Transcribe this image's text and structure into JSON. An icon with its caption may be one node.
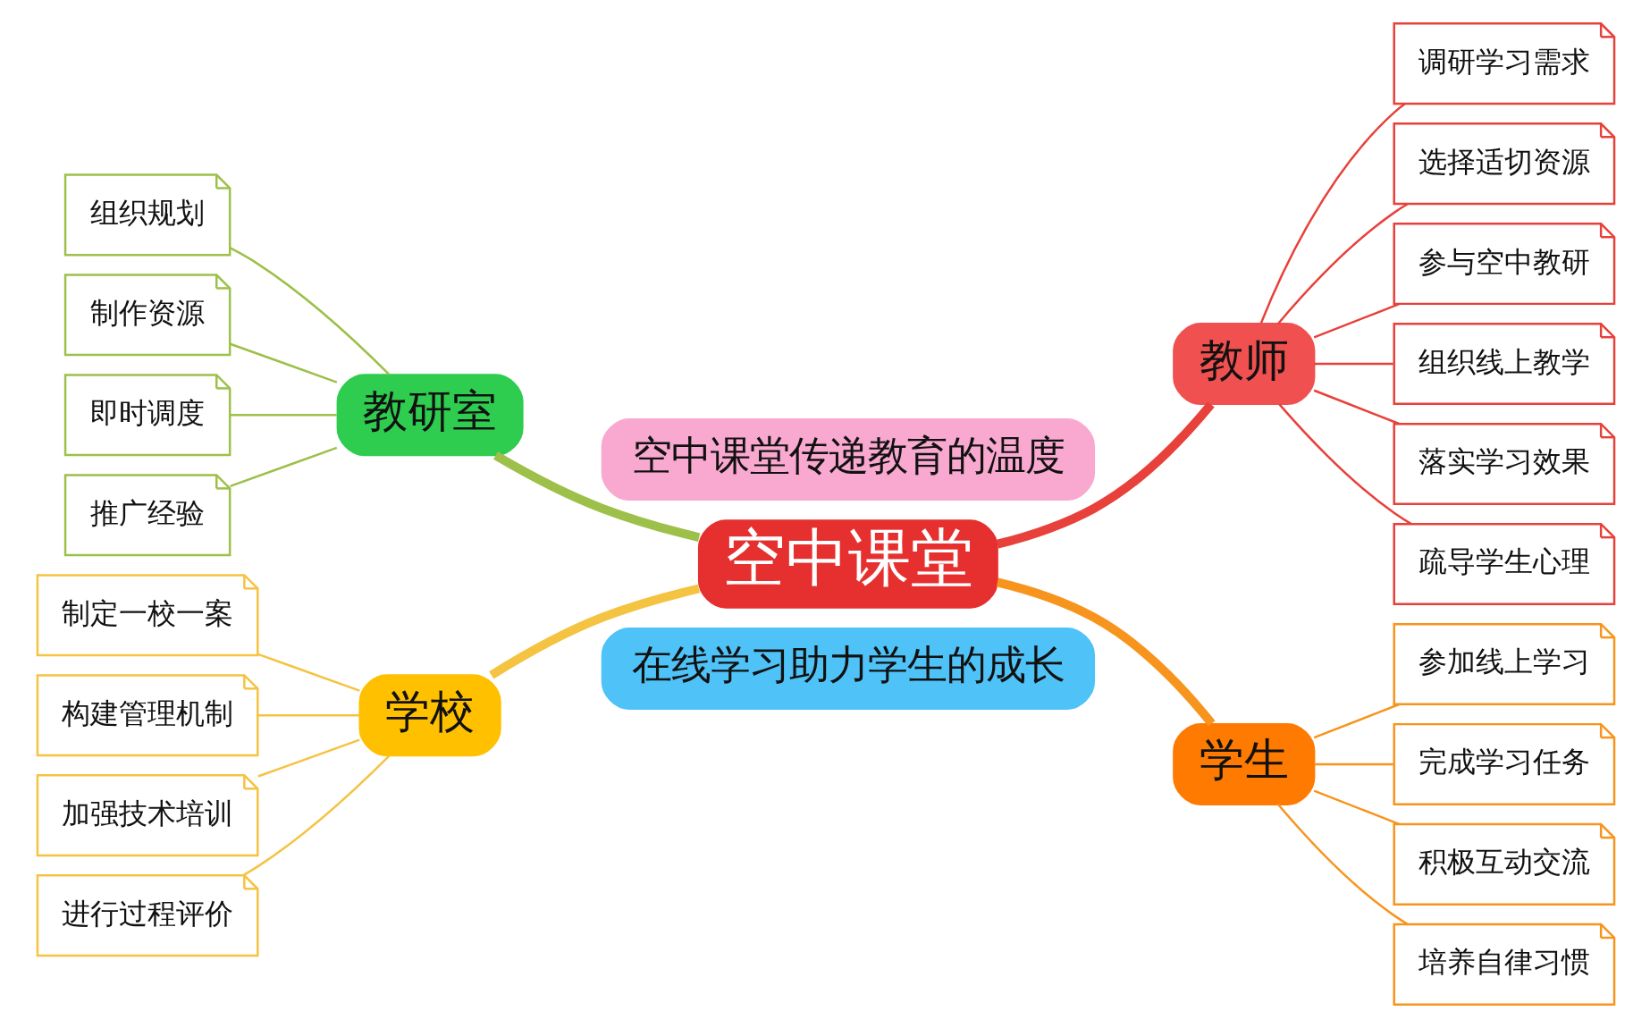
{
  "diagram": {
    "nodes": [
      {
        "text": [
          "空中课堂传递教育的温度"
        ]
      },
      {
        "text": [
          "空中课堂"
        ]
      },
      {
        "text": [
          "教研室"
        ]
      },
      {
        "text": [
          "组织规划"
        ]
      },
      {
        "text": [
          "制作资源"
        ]
      },
      {
        "text": [
          "即时调度"
        ]
      },
      {
        "text": [
          "推广经验"
        ]
      },
      {
        "text": [
          "学校"
        ]
      },
      {
        "text": [
          "制定一校一案"
        ]
      },
      {
        "text": [
          "构建管理机制"
        ]
      },
      {
        "text": [
          "加强技术培训"
        ]
      },
      {
        "text": [
          "进行过程评价"
        ]
      },
      {
        "text": [
          "教师"
        ]
      },
      {
        "text": [
          "调研学习需求"
        ]
      },
      {
        "text": [
          "选择适切资源"
        ]
      },
      {
        "text": [
          "参与空中教研"
        ]
      },
      {
        "text": [
          "组织线上教学"
        ]
      },
      {
        "text": [
          "落实学习效果"
        ]
      },
      {
        "text": [
          "疏导学生心理"
        ]
      },
      {
        "text": [
          "学生"
        ]
      },
      {
        "text": [
          "参加线上学习"
        ]
      },
      {
        "text": [
          "完成学习任务"
        ]
      },
      {
        "text": [
          "积极互动交流"
        ]
      },
      {
        "text": [
          "培养自律习惯"
        ]
      },
      {
        "text": [
          "在线学习助力学生的成长"
        ]
      }
    ],
    "edges": [
      {
        "from": 1,
        "to": 2,
        "arrow": "none",
        "style": "thick",
        "color": "#9dc04a"
      },
      {
        "from": 2,
        "to": 3,
        "arrow": "none",
        "color": "#9dc04a"
      },
      {
        "from": 2,
        "to": 4,
        "arrow": "none",
        "color": "#9dc04a"
      },
      {
        "from": 2,
        "to": 5,
        "arrow": "none",
        "color": "#9dc04a"
      },
      {
        "from": 2,
        "to": 6,
        "arrow": "none",
        "color": "#9dc04a"
      },
      {
        "from": 1,
        "to": 7,
        "arrow": "none",
        "style": "thick",
        "color": "#f5c342"
      },
      {
        "from": 7,
        "to": 8,
        "arrow": "none",
        "color": "#f5c342"
      },
      {
        "from": 7,
        "to": 9,
        "arrow": "none",
        "color": "#f5c342"
      },
      {
        "from": 7,
        "to": 10,
        "arrow": "none",
        "color": "#f5c342"
      },
      {
        "from": 7,
        "to": 11,
        "arrow": "none",
        "color": "#f5c342"
      },
      {
        "from": 1,
        "to": 12,
        "arrow": "none",
        "style": "thick",
        "color": "#e8403a"
      },
      {
        "from": 12,
        "to": 13,
        "arrow": "none",
        "color": "#e8403a"
      },
      {
        "from": 12,
        "to": 14,
        "arrow": "none",
        "color": "#e8403a"
      },
      {
        "from": 12,
        "to": 15,
        "arrow": "none",
        "color": "#e8403a"
      },
      {
        "from": 12,
        "to": 16,
        "arrow": "none",
        "color": "#e8403a"
      },
      {
        "from": 12,
        "to": 17,
        "arrow": "none",
        "color": "#e8403a"
      },
      {
        "from": 12,
        "to": 18,
        "arrow": "none",
        "color": "#e8403a"
      },
      {
        "from": 1,
        "to": 19,
        "arrow": "none",
        "style": "thick",
        "color": "#f7941d"
      },
      {
        "from": 19,
        "to": 20,
        "arrow": "none",
        "color": "#f7941d"
      },
      {
        "from": 19,
        "to": 21,
        "arrow": "none",
        "color": "#f7941d"
      },
      {
        "from": 19,
        "to": 22,
        "arrow": "none",
        "color": "#f7941d"
      },
      {
        "from": 19,
        "to": 23,
        "arrow": "none",
        "color": "#f7941d"
      }
    ]
  }
}
